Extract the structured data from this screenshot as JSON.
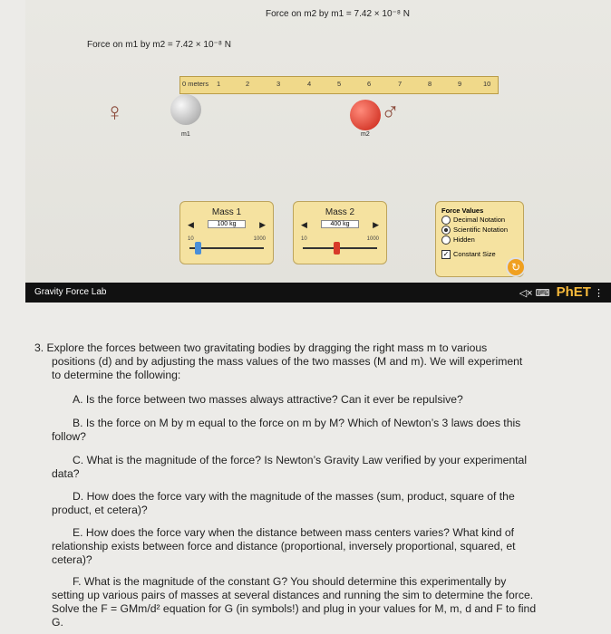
{
  "sim": {
    "force_m2": "Force on m2 by m1 = 7.42 × 10⁻⁸ N",
    "force_m1": "Force on m1 by m2 = 7.42 × 10⁻⁸ N",
    "ruler_ticks": [
      "0 meters",
      "1",
      "2",
      "3",
      "4",
      "5",
      "6",
      "7",
      "8",
      "9",
      "10"
    ],
    "m1_label": "m1",
    "m2_label": "m2",
    "mass1": {
      "title": "Mass 1",
      "value": "100 kg",
      "min": "10",
      "max": "1000"
    },
    "mass2": {
      "title": "Mass 2",
      "value": "400 kg",
      "min": "10",
      "max": "1000"
    },
    "force_values": {
      "title": "Force Values",
      "options": [
        "Decimal Notation",
        "Scientific Notation",
        "Hidden"
      ],
      "selected": "Scientific Notation",
      "constant_size": "Constant Size"
    }
  },
  "navbar": {
    "title": "Gravity Force Lab",
    "brand": "PhET"
  },
  "question": {
    "intro_l1": "3.  Explore the forces between two gravitating bodies by dragging the right mass m to various",
    "intro_l2": "positions (d) and by adjusting the mass values of the two masses (M and m). We will experiment",
    "intro_l3": "to determine the following:",
    "a": "A. Is the force between two masses always attractive? Can it ever be repulsive?",
    "b_l1": "B. Is the force on M by m equal to the force on m by M? Which of Newton’s 3 laws does this",
    "b_l2": "follow?",
    "c_l1": "C. What is the magnitude of the force? Is Newton’s Gravity Law verified by your experimental",
    "c_l2": "data?",
    "d_l1": "D. How does the force vary with the magnitude of the masses (sum, product, square of the",
    "d_l2": "product, et cetera)?",
    "e_l1": "E. How does the force vary when the distance between mass centers varies? What kind of",
    "e_l2": "relationship exists between force and distance (proportional, inversely proportional, squared, et",
    "e_l3": "cetera)?",
    "f_l1": "F. What is the magnitude of the constant G? You should determine this experimentally by",
    "f_l2": "setting up various pairs of masses at several distances and running the sim to determine the force.",
    "f_l3": "Solve the F = GMm/d² equation for G (in symbols!) and plug in your values for M, m, d and F to find",
    "f_l4": "G."
  }
}
